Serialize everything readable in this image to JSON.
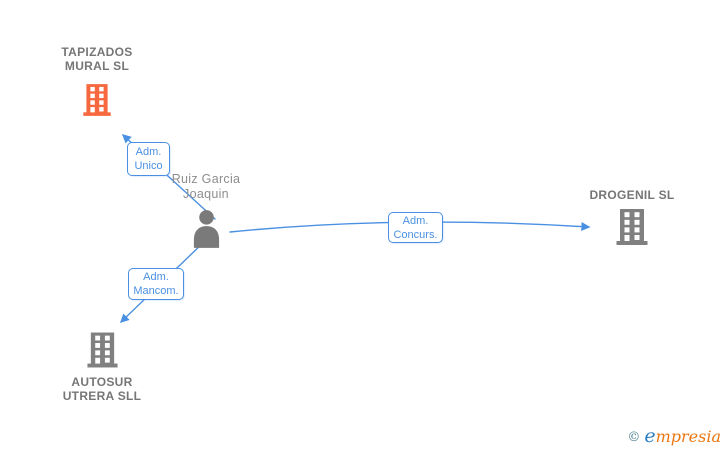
{
  "colors": {
    "accent_blue": "#4a90e2",
    "company_gray": "#808080",
    "person_gray": "#7a7a7a",
    "highlight_orange": "#f8683f",
    "text_gray": "#767676",
    "person_text_gray": "#8e8e8e",
    "logo_copyright": "#4d808f",
    "logo_e_blue": "#2d7fc1",
    "logo_orange": "#ea7712"
  },
  "diagram": {
    "person": {
      "name_line1": "Ruiz Garcia",
      "name_line2": "Joaquin"
    },
    "companies": {
      "tapizados": {
        "line1": "TAPIZADOS",
        "line2": "MURAL SL"
      },
      "drogenil": {
        "line1": "DROGENIL SL"
      },
      "autosur": {
        "line1": "AUTOSUR",
        "line2": "UTRERA SLL"
      }
    },
    "relations": {
      "adm_unico": {
        "line1": "Adm.",
        "line2": "Unico",
        "from": "Ruiz Garcia Joaquin",
        "to": "TAPIZADOS MURAL SL"
      },
      "adm_concurs": {
        "line1": "Adm.",
        "line2": "Concurs.",
        "from": "Ruiz Garcia Joaquin",
        "to": "DROGENIL SL"
      },
      "adm_mancom": {
        "line1": "Adm.",
        "line2": "Mancom.",
        "from": "Ruiz Garcia Joaquin",
        "to": "AUTOSUR UTRERA SLL"
      }
    }
  },
  "footer": {
    "copyright_symbol": "©",
    "brand_e": "e",
    "brand_rest": "mpresia"
  }
}
